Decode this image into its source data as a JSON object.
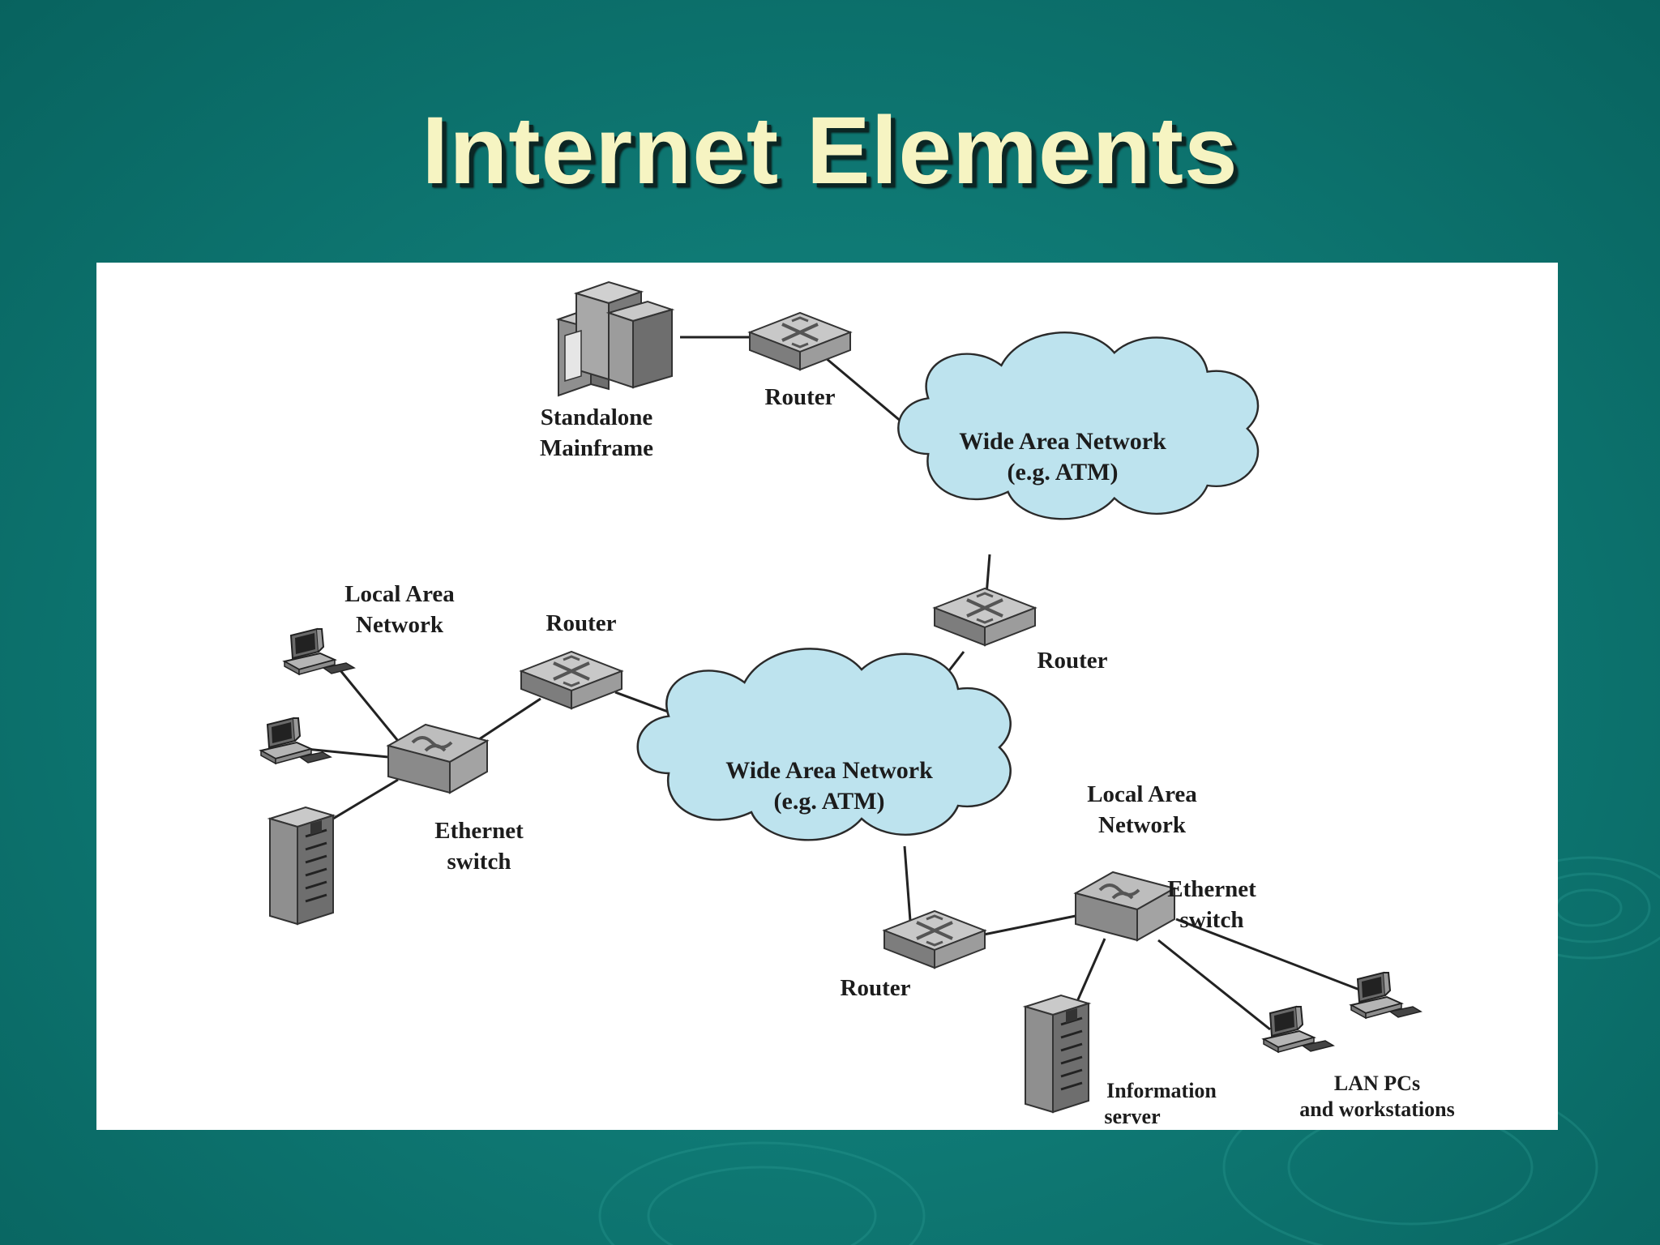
{
  "slide": {
    "title": "Internet Elements"
  },
  "diagram": {
    "wan_top": {
      "line1": "Wide Area Network",
      "line2": "(e.g. ATM)"
    },
    "wan_center": {
      "line1": "Wide Area Network",
      "line2": "(e.g. ATM)"
    },
    "mainframe": {
      "line1": "Standalone",
      "line2": "Mainframe"
    },
    "router_top": "Router",
    "router_right": "Router",
    "router_left": "Router",
    "router_bottom": "Router",
    "lan_left": {
      "line1": "Local Area",
      "line2": "Network"
    },
    "switch_left": {
      "line1": "Ethernet",
      "line2": "switch"
    },
    "lan_right": {
      "line1": "Local Area",
      "line2": "Network"
    },
    "switch_right": {
      "line1": "Ethernet",
      "line2": "switch"
    },
    "info_server": {
      "line1": "Information",
      "line2": "server"
    },
    "lan_pcs": {
      "line1": "LAN PCs",
      "line2": "and workstations"
    }
  },
  "colors": {
    "background": "#0f7a75",
    "title": "#f6f4c2",
    "cloud_fill": "#bde3ee",
    "device_gray": "#a9a9a9"
  },
  "icons": [
    "mainframe-icon",
    "router-icon",
    "ethernet-switch-icon",
    "pc-icon",
    "server-icon",
    "cloud-shape"
  ]
}
